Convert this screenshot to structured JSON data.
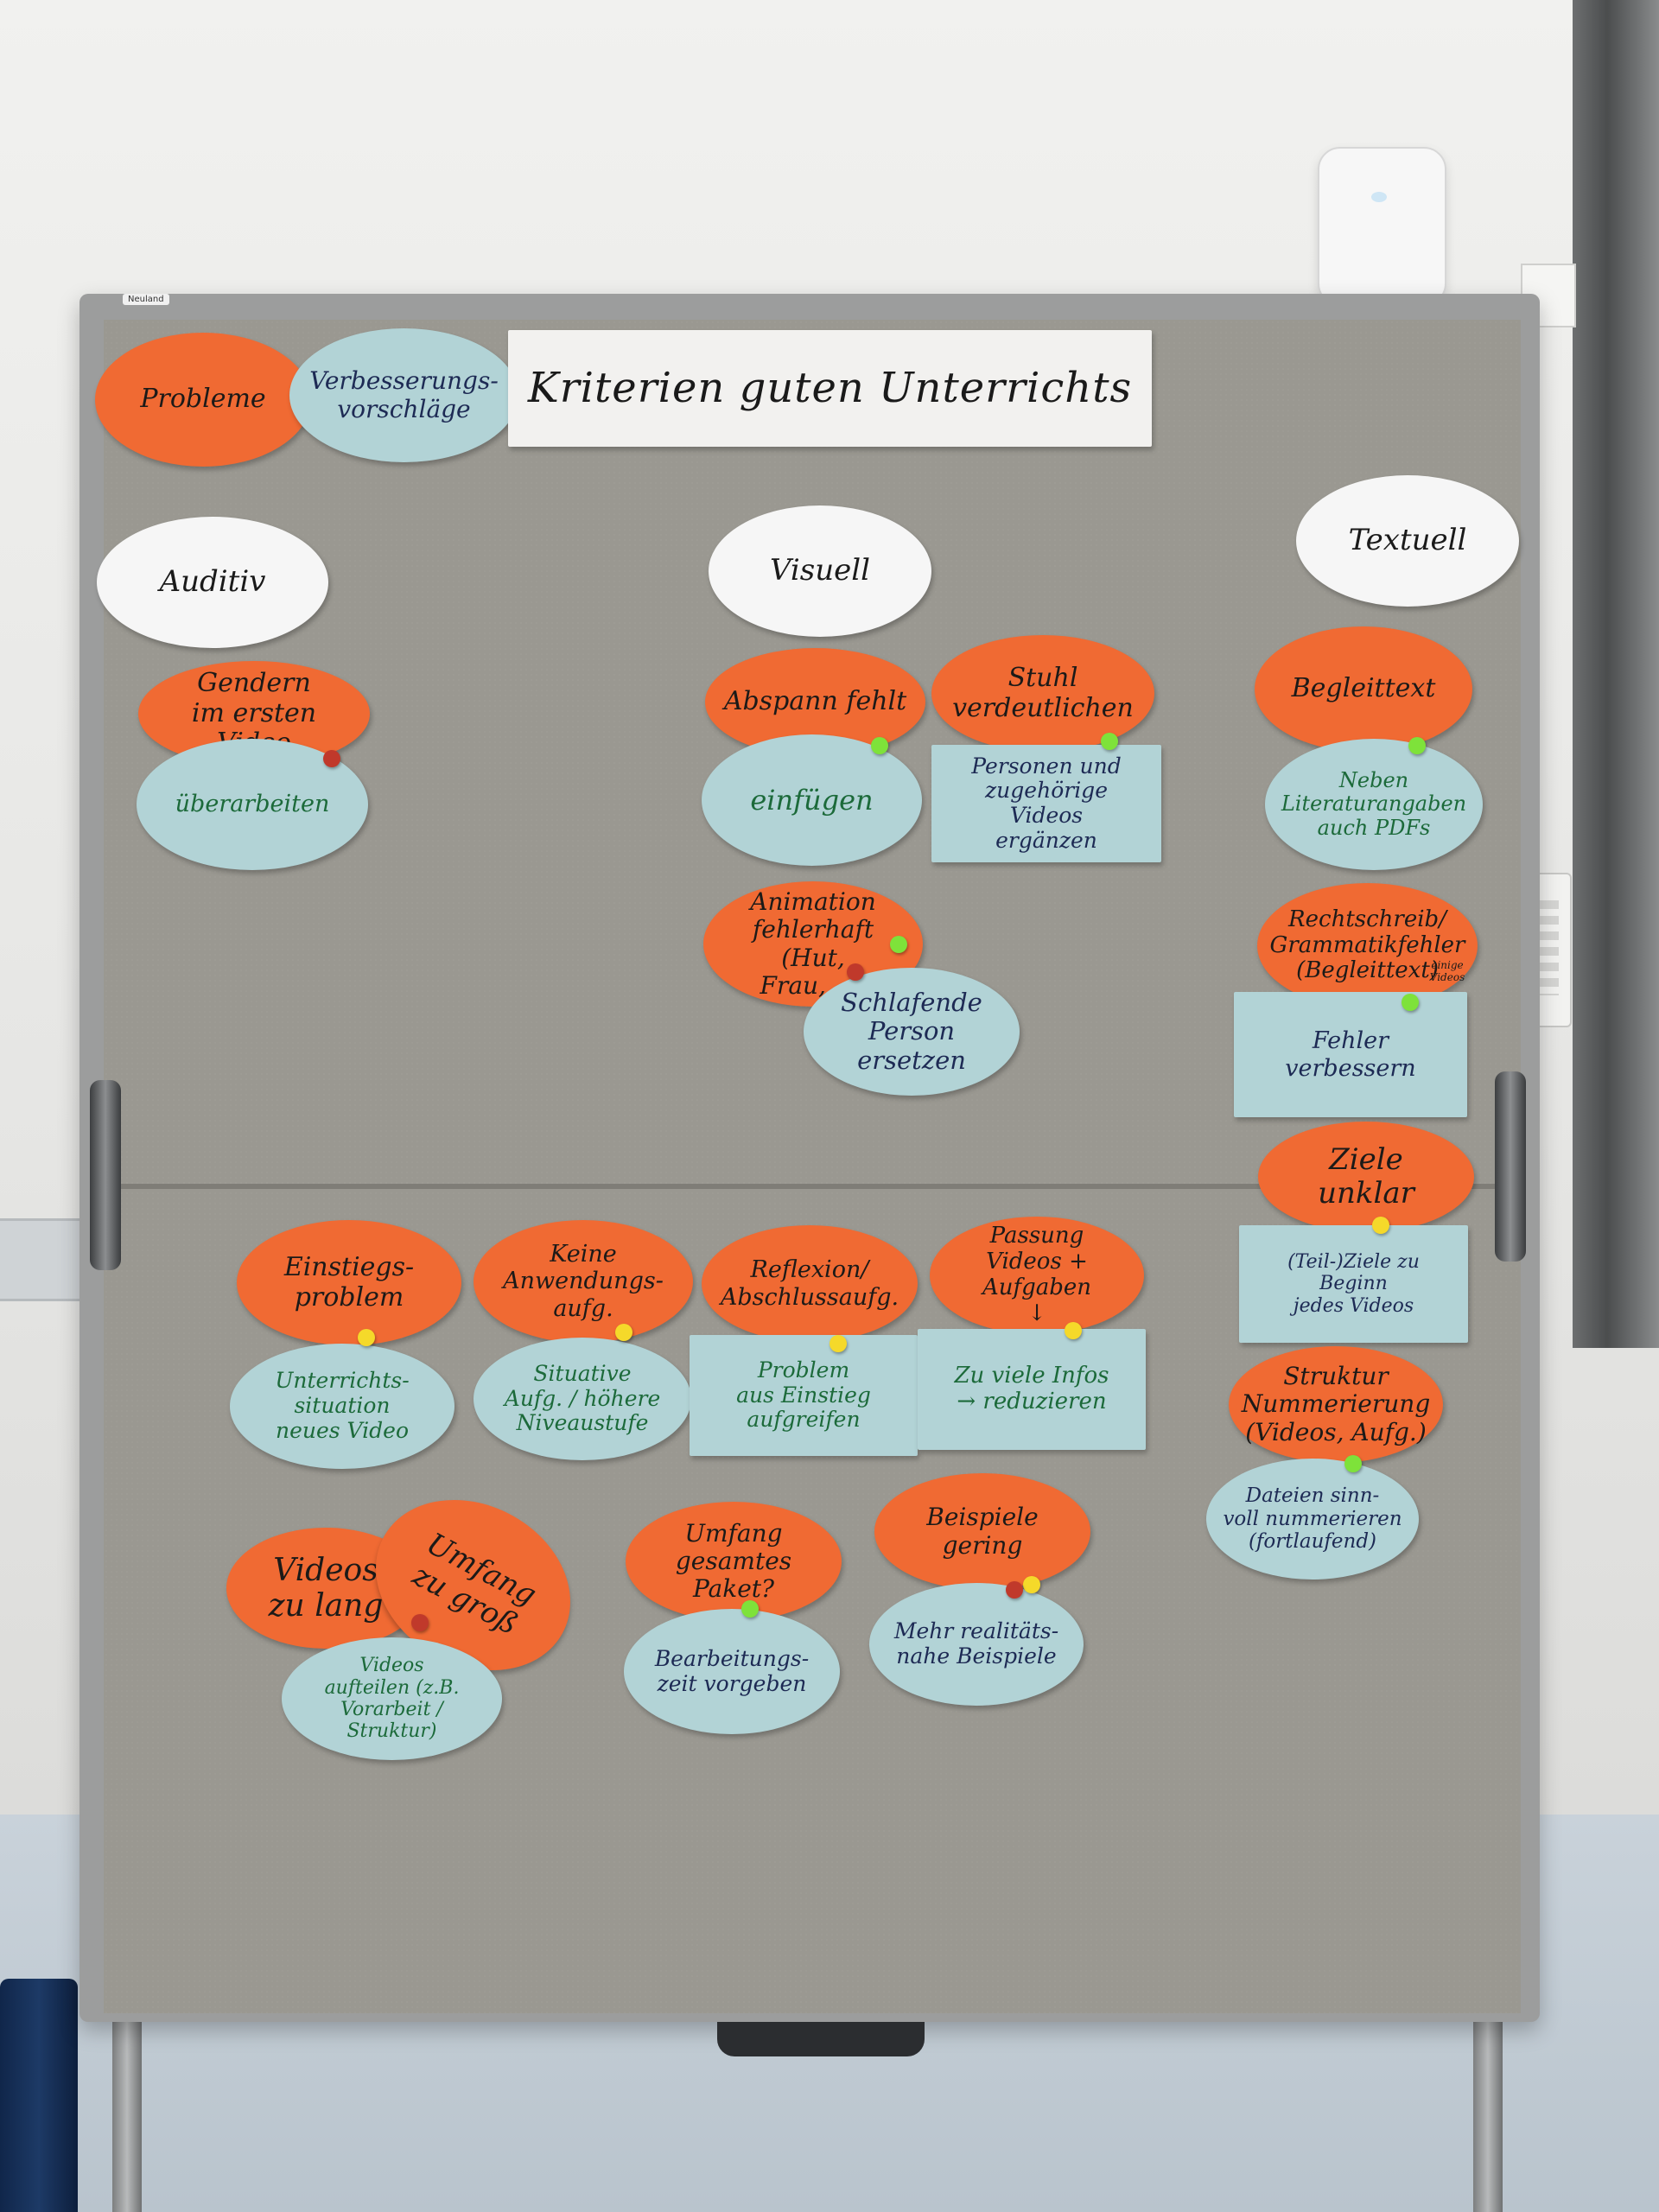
{
  "brand_label": "Neuland",
  "title": "Kriterien guten Unterrichts",
  "legend": {
    "problems": "Probleme",
    "suggestions": "Verbesserungs-\nvorschläge"
  },
  "categories": {
    "audio": "Auditiv",
    "visual": "Visuell",
    "text": "Textuell"
  },
  "cards": {
    "gendern": "Gendern\nim ersten Video",
    "ueberarbeiten": "überarbeiten",
    "abspann": "Abspann fehlt",
    "einfuegen": "einfügen",
    "stuhl": "Stuhl\nverdeutlichen",
    "personen": "Personen und\nzugehörige Videos\nergänzen",
    "animation": "Animation\nfehlerhaft (Hut,\nFrau, ...)",
    "schlafende": "Schlafende\nPerson ersetzen",
    "begleittext": "Begleittext",
    "neben": "Neben\nLiteraturangaben\nauch PDFs",
    "rechtschreib": "Rechtschreib/\nGrammatikfehler\n(Begleittext)",
    "rechtschreib_note": "einige\nVideos",
    "fehler": "Fehler verbessern",
    "ziele": "Ziele\nunklar",
    "teilziele": "(Teil-)Ziele zu Beginn\njedes Videos",
    "struktur": "Struktur\nNummerierung\n(Videos, Aufg.)",
    "dateien": "Dateien sinn-\nvoll nummerieren\n(fortlaufend)",
    "einstieg": "Einstiegs-\nproblem",
    "unterricht": "Unterrichts-\nsituation\nneues Video",
    "keine": "Keine\nAnwendungs-\naufg.",
    "situative": "Situative\nAufg. / höhere\nNiveaustufe",
    "reflexion": "Reflexion/\nAbschlussaufg.",
    "problem_einstieg": "Problem\naus Einstieg\naufgreifen",
    "passung": "Passung\nVideos + Aufgaben\n↓",
    "zu_viele": "Zu viele Infos\n→ reduzieren",
    "videos_lang": "Videos\nzu lang",
    "umfang_gross": "Umfang\nzu groß",
    "videos_aufteilen": "Videos\naufteilen (z.B.\nVorarbeit / Struktur)",
    "umfang_paket": "Umfang\ngesamtes Paket?",
    "bearbeitung": "Bearbeitungs-\nzeit vorgeben",
    "beispiele": "Beispiele\ngering",
    "mehr": "Mehr realitäts-\nnahe Beispiele"
  },
  "colors": {
    "problem_card": "#f06a33",
    "suggestion_card": "#b2d3d6",
    "category_card": "#f6f6f6",
    "board": "#9a9891"
  }
}
